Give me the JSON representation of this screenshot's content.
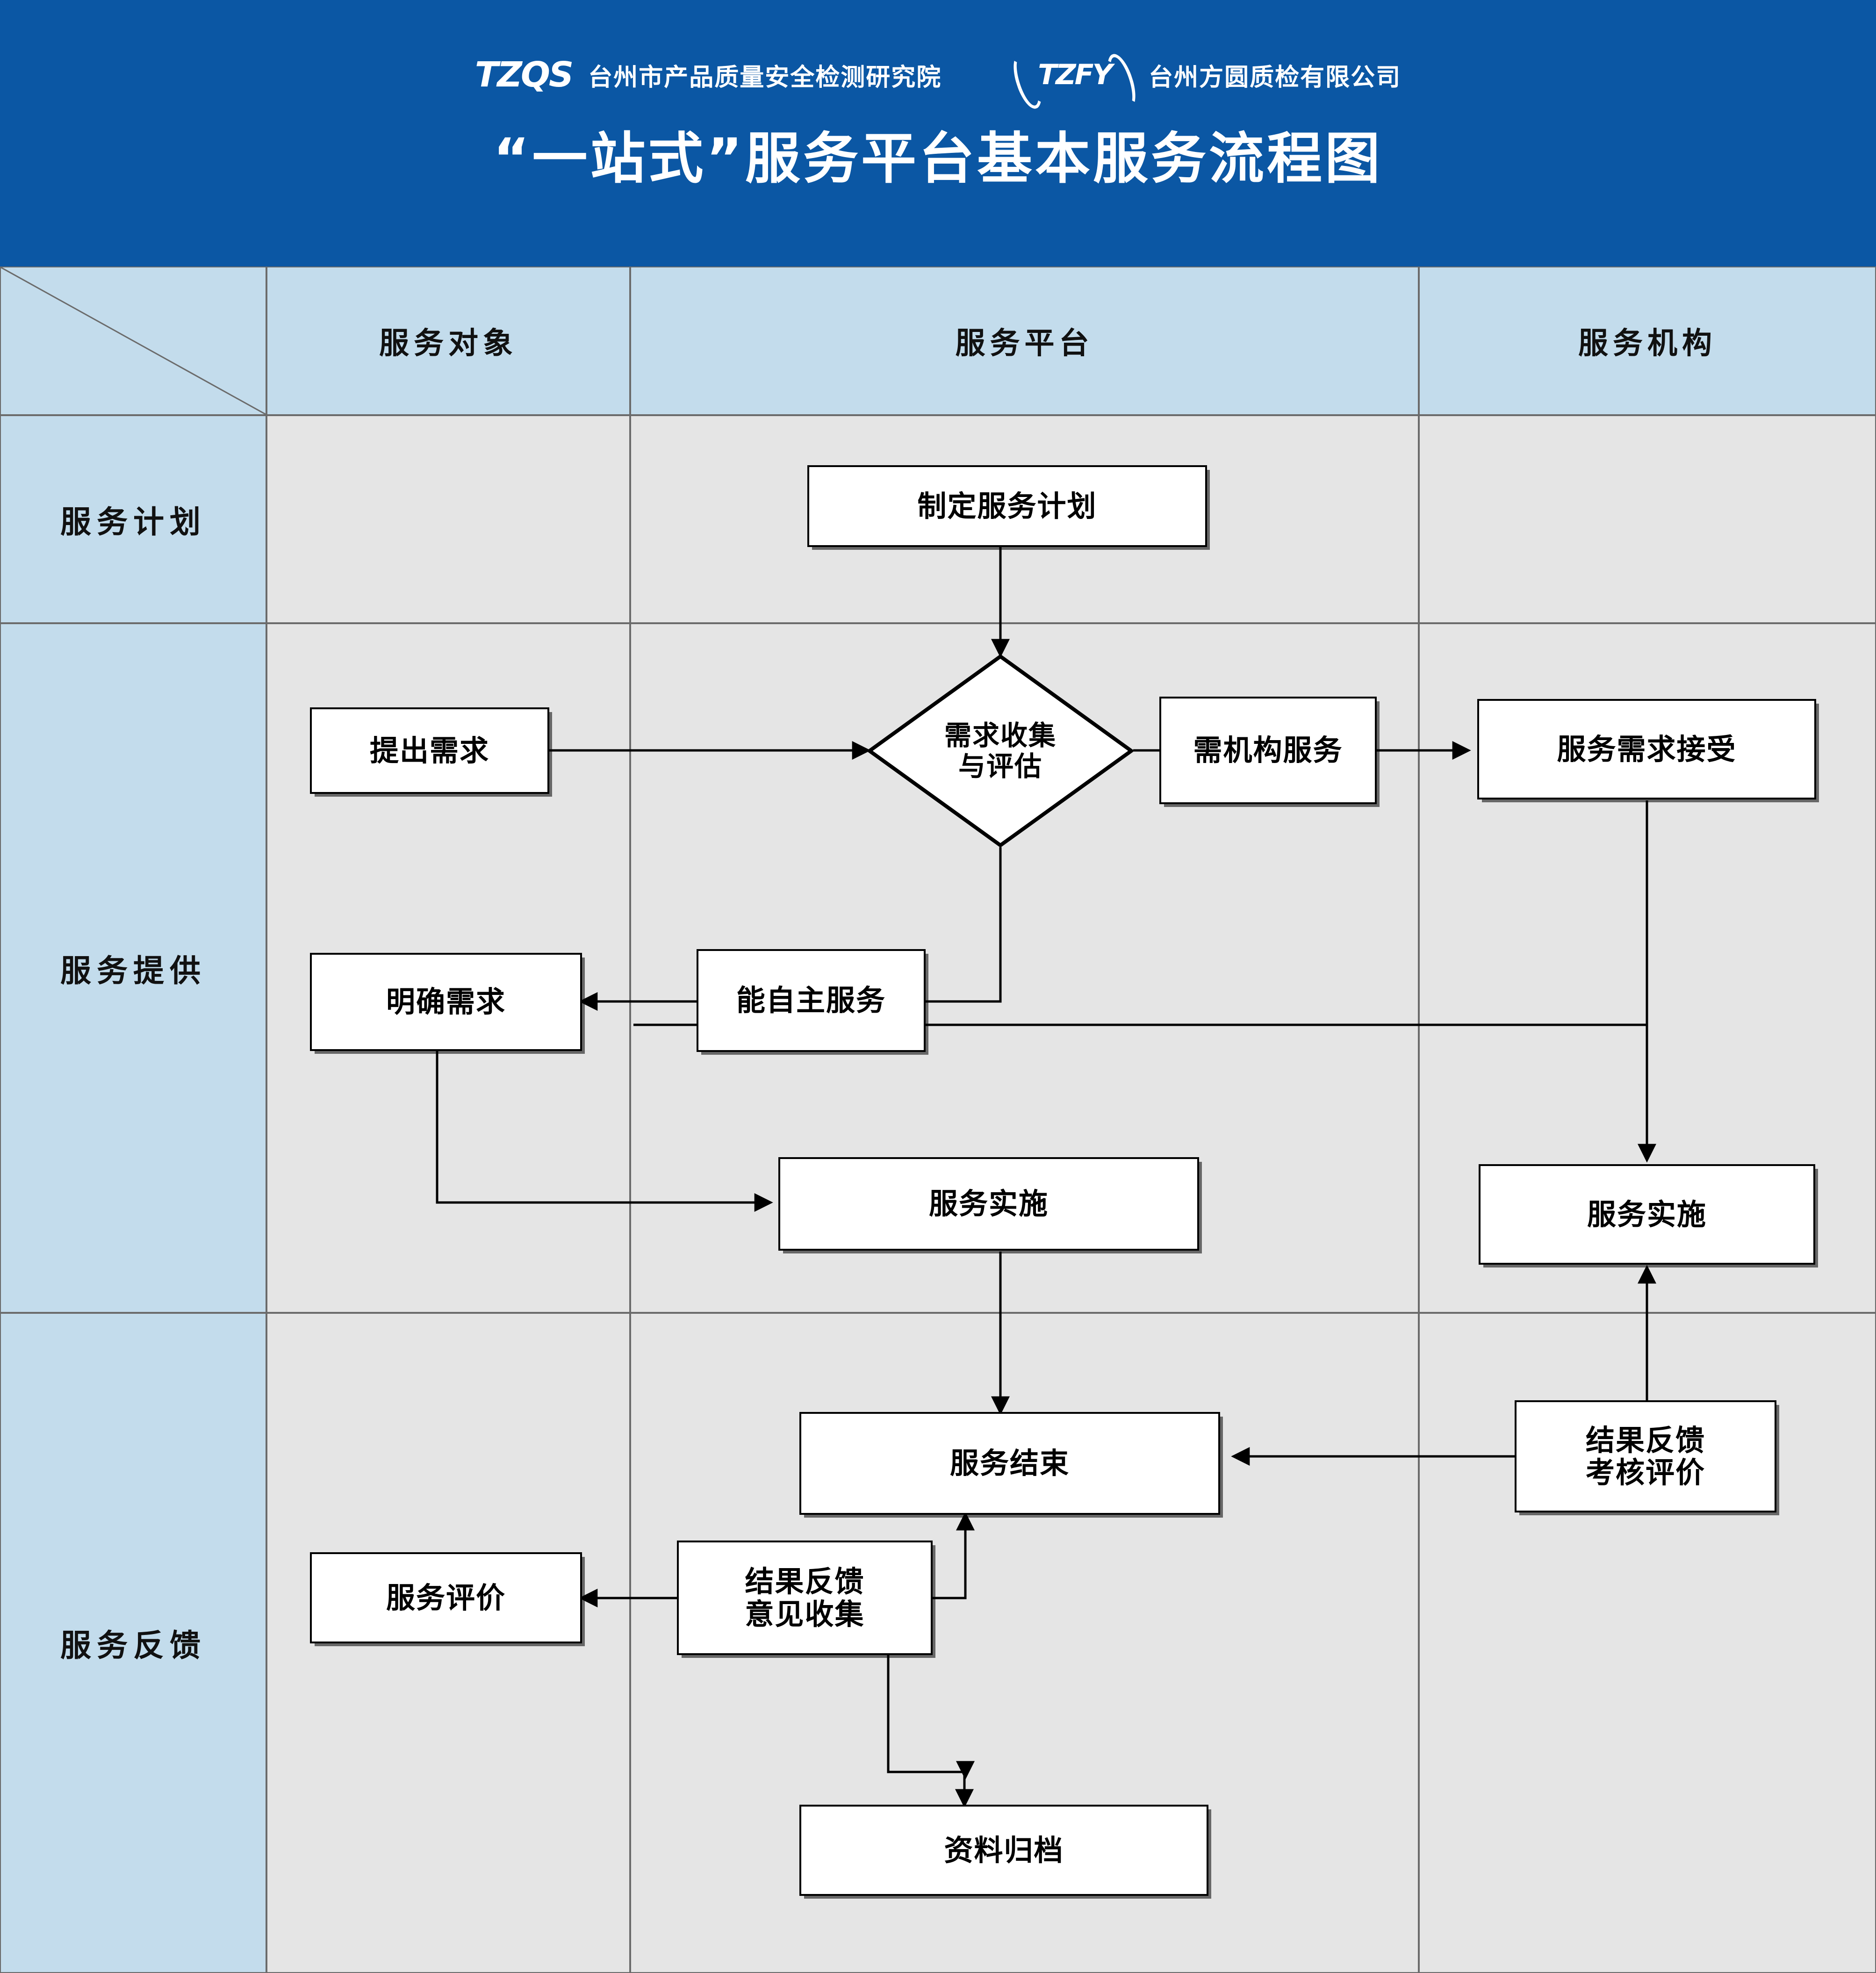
{
  "banner": {
    "bg_color": "#0b57a4",
    "logos": [
      {
        "mark": "TZQS",
        "name": "台州市产品质量安全检测研究院"
      },
      {
        "mark": "TZFY",
        "name": "台州方圆质检有限公司"
      }
    ],
    "title": "“一站式”服务平台基本服务流程图"
  },
  "grid": {
    "corner_label": "",
    "columns": [
      "服务对象",
      "服务平台",
      "服务机构"
    ],
    "rows": [
      "服务计划",
      "服务提供",
      "服务反馈"
    ],
    "header_bg": "#c3dcec",
    "row_label_bg": "#c3dcec",
    "body_bg": "#e5e5e5",
    "border_color": "#6b6b6b"
  },
  "flow": {
    "nodes": [
      {
        "id": "n1",
        "label": "制定服务计划",
        "shape": "rect",
        "lane": "服务平台",
        "row": "服务计划"
      },
      {
        "id": "n2",
        "label": "提出需求",
        "shape": "rect",
        "lane": "服务对象",
        "row": "服务提供"
      },
      {
        "id": "n3",
        "label": "需求收集\n与评估",
        "shape": "diamond",
        "lane": "服务平台",
        "row": "服务提供"
      },
      {
        "id": "n4",
        "label": "需机构服务",
        "shape": "rect",
        "lane": "服务平台",
        "row": "服务提供"
      },
      {
        "id": "n5",
        "label": "服务需求接受",
        "shape": "rect",
        "lane": "服务机构",
        "row": "服务提供"
      },
      {
        "id": "n6",
        "label": "明确需求",
        "shape": "rect",
        "lane": "服务对象",
        "row": "服务提供"
      },
      {
        "id": "n7",
        "label": "能自主服务",
        "shape": "rect",
        "lane": "服务平台",
        "row": "服务提供"
      },
      {
        "id": "n8",
        "label": "服务实施",
        "shape": "rect",
        "lane": "服务平台",
        "row": "服务提供"
      },
      {
        "id": "n9",
        "label": "服务实施",
        "shape": "rect",
        "lane": "服务机构",
        "row": "服务提供"
      },
      {
        "id": "n10",
        "label": "服务结束",
        "shape": "rect",
        "lane": "服务平台",
        "row": "服务反馈"
      },
      {
        "id": "n11",
        "label": "结果反馈\n考核评价",
        "shape": "rect",
        "lane": "服务机构",
        "row": "服务反馈"
      },
      {
        "id": "n12",
        "label": "服务评价",
        "shape": "rect",
        "lane": "服务对象",
        "row": "服务反馈"
      },
      {
        "id": "n13",
        "label": "结果反馈\n意见收集",
        "shape": "rect",
        "lane": "服务平台",
        "row": "服务反馈"
      },
      {
        "id": "n14",
        "label": "资料归档",
        "shape": "rect",
        "lane": "服务平台",
        "row": "服务反馈"
      }
    ],
    "edges": [
      {
        "from": "n1",
        "to": "n3",
        "arrow": true
      },
      {
        "from": "n2",
        "to": "n3",
        "arrow": true
      },
      {
        "from": "n3",
        "to": "n4",
        "arrow": false
      },
      {
        "from": "n4",
        "to": "n5",
        "arrow": true
      },
      {
        "from": "n3",
        "to": "n7",
        "arrow": false
      },
      {
        "from": "n7",
        "to": "n6",
        "arrow": true
      },
      {
        "from": "n7",
        "to": "n9",
        "arrow": true
      },
      {
        "from": "n5",
        "to": "n9",
        "arrow": true
      },
      {
        "from": "n6",
        "to": "n8",
        "arrow": true
      },
      {
        "from": "n8",
        "to": "n10",
        "arrow": true
      },
      {
        "from": "n9",
        "to": "n11",
        "arrow": false
      },
      {
        "from": "n11",
        "to": "n10",
        "arrow": true
      },
      {
        "from": "n11",
        "to": "n9",
        "arrow": true
      },
      {
        "from": "n13",
        "to": "n12",
        "arrow": true
      },
      {
        "from": "n13",
        "to": "n10",
        "arrow": true
      },
      {
        "from": "n13",
        "to": "n14",
        "arrow": true
      }
    ],
    "node_fill": "#ffffff",
    "node_border": "#000000"
  }
}
